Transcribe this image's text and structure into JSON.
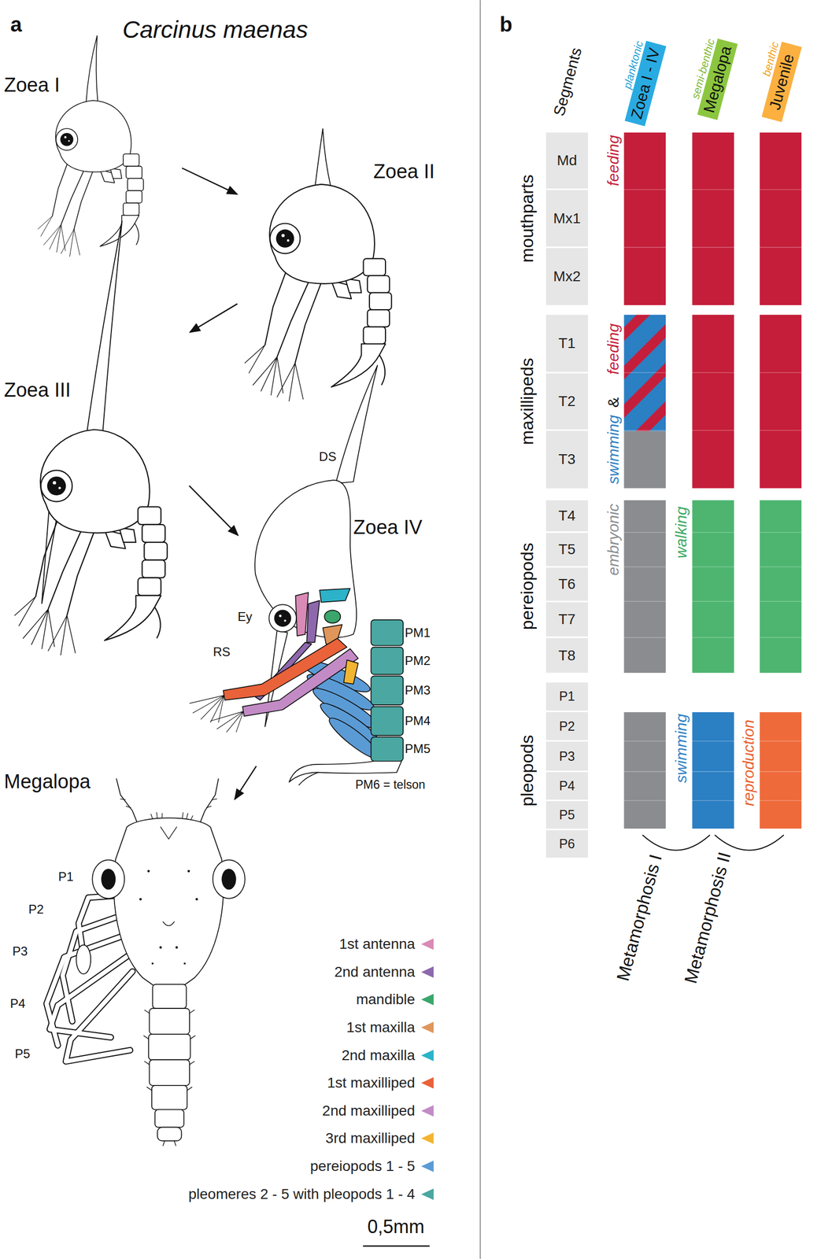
{
  "diagram": {
    "nodes": [
      {
        "text": [
          "Zoea I"
        ]
      },
      {
        "text": [
          "Zoea II"
        ]
      },
      {
        "text": [
          "Zoea III"
        ]
      },
      {
        "text": [
          "Zoea IV"
        ]
      },
      {
        "text": [
          "Megalopa"
        ]
      },
      {
        "text": [
          "planktonic",
          "Zoea I - IV"
        ]
      },
      {
        "text": [
          "semi-benthic",
          "Megalopa"
        ]
      },
      {
        "text": [
          "benthic",
          "Juvenile"
        ]
      },
      {
        "text": [
          "Md"
        ]
      },
      {
        "text": [
          "Mx1"
        ]
      },
      {
        "text": [
          "Mx2"
        ]
      },
      {
        "text": [
          "T1"
        ]
      },
      {
        "text": [
          "T2"
        ]
      },
      {
        "text": [
          "T3"
        ]
      },
      {
        "text": [
          "T4"
        ]
      },
      {
        "text": [
          "T5"
        ]
      },
      {
        "text": [
          "T6"
        ]
      },
      {
        "text": [
          "T7"
        ]
      },
      {
        "text": [
          "T8"
        ]
      },
      {
        "text": [
          "P1"
        ]
      },
      {
        "text": [
          "P2"
        ]
      },
      {
        "text": [
          "P3"
        ]
      },
      {
        "text": [
          "P4"
        ]
      },
      {
        "text": [
          "P5"
        ]
      },
      {
        "text": [
          "P6"
        ]
      }
    ],
    "edges": [
      {
        "from": 0,
        "to": 1,
        "arrow": "to"
      },
      {
        "from": 1,
        "to": 2,
        "arrow": "to"
      },
      {
        "from": 2,
        "to": 3,
        "arrow": "to"
      },
      {
        "from": 3,
        "to": 4,
        "arrow": "to"
      }
    ],
    "labels": [
      "a",
      "Carcinus maenas",
      "DS",
      "Ey",
      "RS",
      "PM1",
      "PM2",
      "PM3",
      "PM4",
      "PM5",
      "PM6 = telson",
      "P1",
      "P2",
      "P3",
      "P4",
      "P5",
      "0,5mm",
      "b",
      "Segments",
      "mouthparts",
      "maxillipeds",
      "pereiopods",
      "pleopods",
      "feeding",
      "swimming",
      "&",
      "feeding",
      "embryonic",
      "walking",
      "swimming",
      "reproduction",
      "Metamorphosis I",
      "Metamorphosis II"
    ],
    "legend": [
      {
        "text": "1st antenna",
        "color": "#d98ab5"
      },
      {
        "text": "2nd antenna",
        "color": "#8e68ad"
      },
      {
        "text": "mandible",
        "color": "#3aa66b"
      },
      {
        "text": "1st maxilla",
        "color": "#e0965a"
      },
      {
        "text": "2nd maxilla",
        "color": "#2cb3c9"
      },
      {
        "text": "1st maxilliped",
        "color": "#e9623a"
      },
      {
        "text": "2nd maxilliped",
        "color": "#c38bc6"
      },
      {
        "text": "3rd maxilliped",
        "color": "#f2b531"
      },
      {
        "text": "pereiopods 1 - 5",
        "color": "#5b9bd5"
      },
      {
        "text": "pleomeres 2 - 5 with pleopods 1 - 4",
        "color": "#4aa7a1"
      }
    ]
  }
}
